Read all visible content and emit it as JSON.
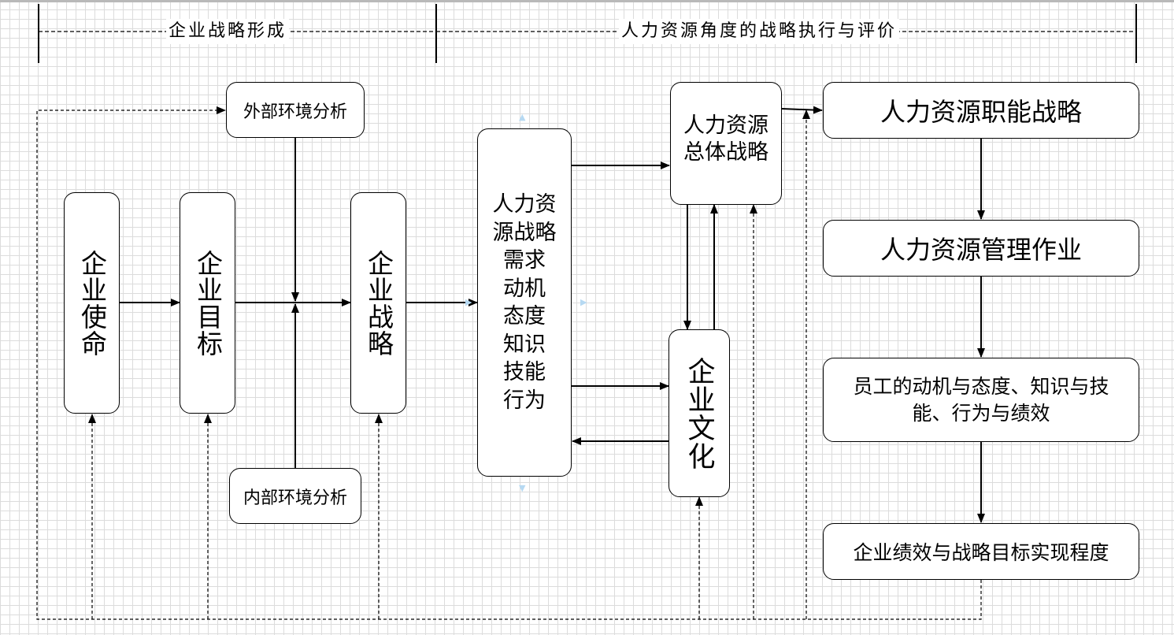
{
  "header": {
    "section_left": "企业战略形成",
    "section_right": "人力资源角度的战略执行与评价"
  },
  "nodes": {
    "mission": "企业使命",
    "goal": "企业目标",
    "strategy": "企业战略",
    "external": "外部环境分析",
    "internal": "内部环境分析",
    "hr_demand": "人力资\n源战略\n需求\n动机\n态度\n知识\n技能\n行为",
    "hr_overall": "人力资源\n总体战略",
    "culture": "企业文化",
    "hr_functional": "人力资源职能战略",
    "hr_operations": "人力资源管理作业",
    "employee": "员工的动机与态度、知识与技\n能、行为与绩效",
    "performance": "企业绩效与战略目标实现程度"
  },
  "colors": {
    "line": "#000000",
    "grid": "#dcdcdc",
    "selection_handle": "#b6d9f2"
  }
}
